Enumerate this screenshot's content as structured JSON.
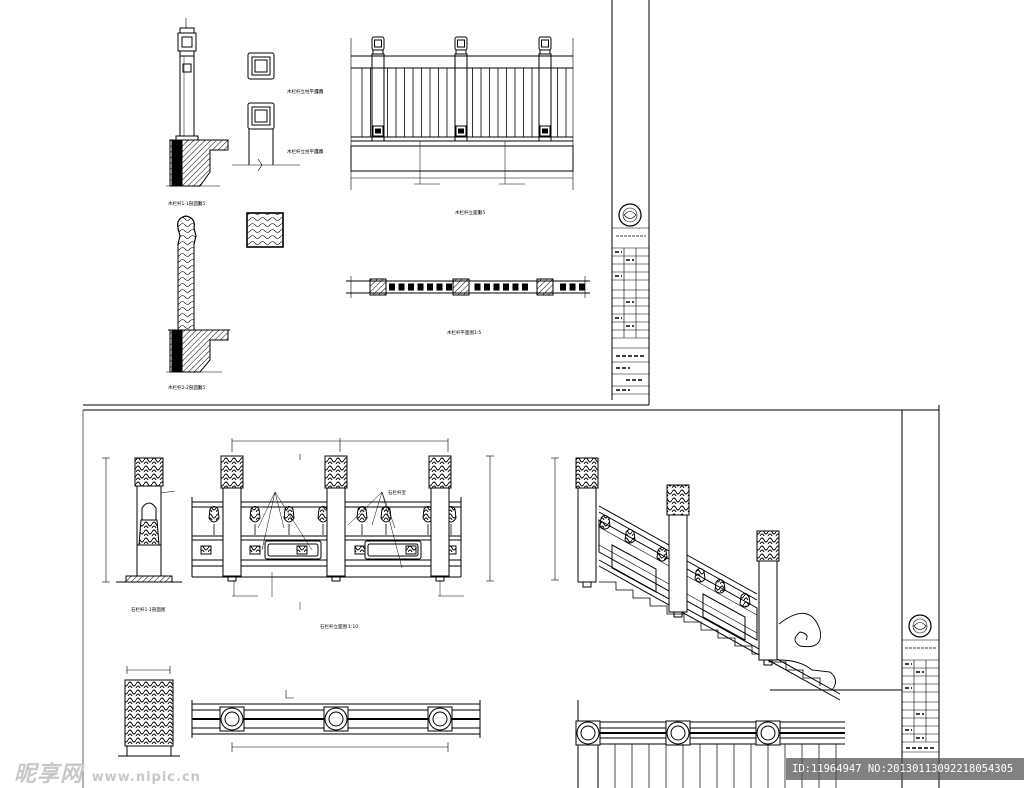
{
  "sheet_top": {
    "details": {
      "post_plan_top": "木栏杆立柱平面图",
      "post_plan_bottom": "木栏杆立柱平面图",
      "section_1": "木栏杆1-1剖面图",
      "section_2": "木栏杆2-2剖面图",
      "elevation": "木栏杆立面图",
      "plan": "木栏杆平面图",
      "scale": "1:5",
      "scale_plan": "1:5"
    }
  },
  "sheet_bottom": {
    "details": {
      "section": "石栏杆1-1剖面图",
      "elevation": "石栏杆立面图",
      "elevation_scale": "1:10",
      "callout": "石栏杆宝"
    }
  },
  "watermark": {
    "left": "昵享网",
    "left_url": "www.nipic.cn",
    "right": "ID:11964947 NO:20130113092218054305"
  }
}
